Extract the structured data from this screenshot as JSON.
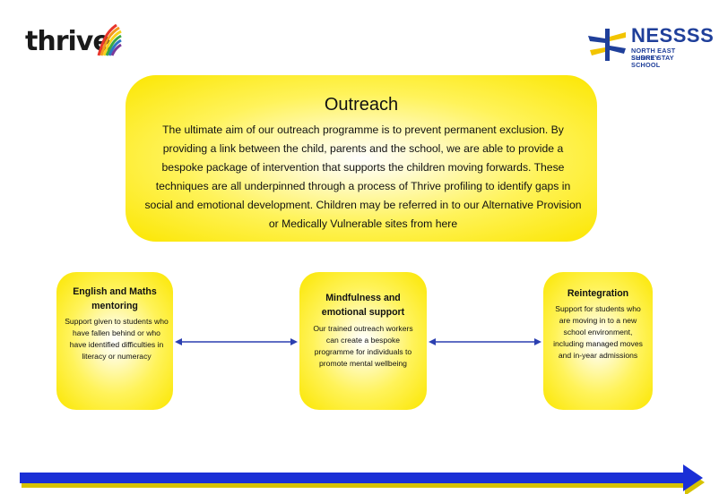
{
  "logos": {
    "thrive": {
      "word": "thrive"
    },
    "nesss": {
      "title": "NESSSS",
      "line1": "NORTH EAST SURREY",
      "line2": "SHORT STAY SCHOOL"
    }
  },
  "outreach": {
    "title": "Outreach",
    "body": "The ultimate aim of our outreach programme is to prevent permanent exclusion.  By providing a link between the child, parents and the school, we are able to provide a bespoke package of intervention that supports the children moving forwards.  These techniques are all underpinned through a process of Thrive profiling to identify gaps in social and emotional development.  Children may be referred in to our Alternative Provision or Medically Vulnerable sites from here"
  },
  "boxes": {
    "english": {
      "title": "English and Maths mentoring",
      "desc": "Support given to students who have fallen behind or who have identified difficulties in literacy or numeracy"
    },
    "mindfulness": {
      "title": "Mindfulness and emotional support",
      "desc": "Our trained outreach workers can create a bespoke programme for individuals to promote mental wellbeing"
    },
    "reintegration": {
      "title": "Reintegration",
      "desc": "Support for students who are moving in to a new school environment, including managed moves and in-year admissions"
    }
  },
  "colors": {
    "box_fill": "#fbe600",
    "connector": "#2b3fb0",
    "progress_arrow": "#1a2fd6",
    "progress_arrow_shadow": "#d6c200",
    "nesss_blue": "#1f3f9a"
  }
}
